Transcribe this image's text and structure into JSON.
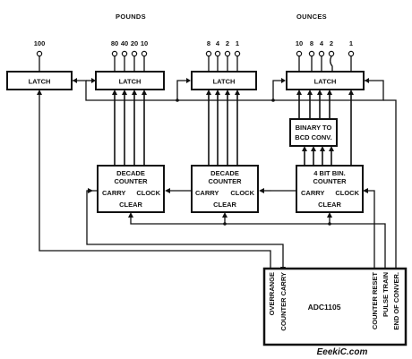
{
  "headers": {
    "pounds": "POUNDS",
    "ounces": "OUNCES"
  },
  "outputs": {
    "overrange": "100",
    "pounds_tens": [
      "80",
      "40",
      "20",
      "10"
    ],
    "pounds_units": [
      "8",
      "4",
      "2",
      "1"
    ],
    "ounces": [
      "10",
      "8",
      "4",
      "2",
      "1"
    ]
  },
  "blocks": {
    "latch_label": "LATCH",
    "binary_bcd": [
      "BINARY TO",
      "BCD CONV."
    ],
    "decade_counter": [
      "DECADE",
      "COUNTER"
    ],
    "bin_counter": [
      "4 BIT BIN.",
      "COUNTER"
    ],
    "carry": "CARRY",
    "clock": "CLOCK",
    "clear": "CLEAR"
  },
  "adc": {
    "name": "ADC1105",
    "pins": [
      "OVERRANGE",
      "COUNTER CARRY",
      "COUNTER RESET",
      "PULSE TRAIN",
      "END OF CONVER."
    ]
  },
  "watermark": "EeekiC.com"
}
